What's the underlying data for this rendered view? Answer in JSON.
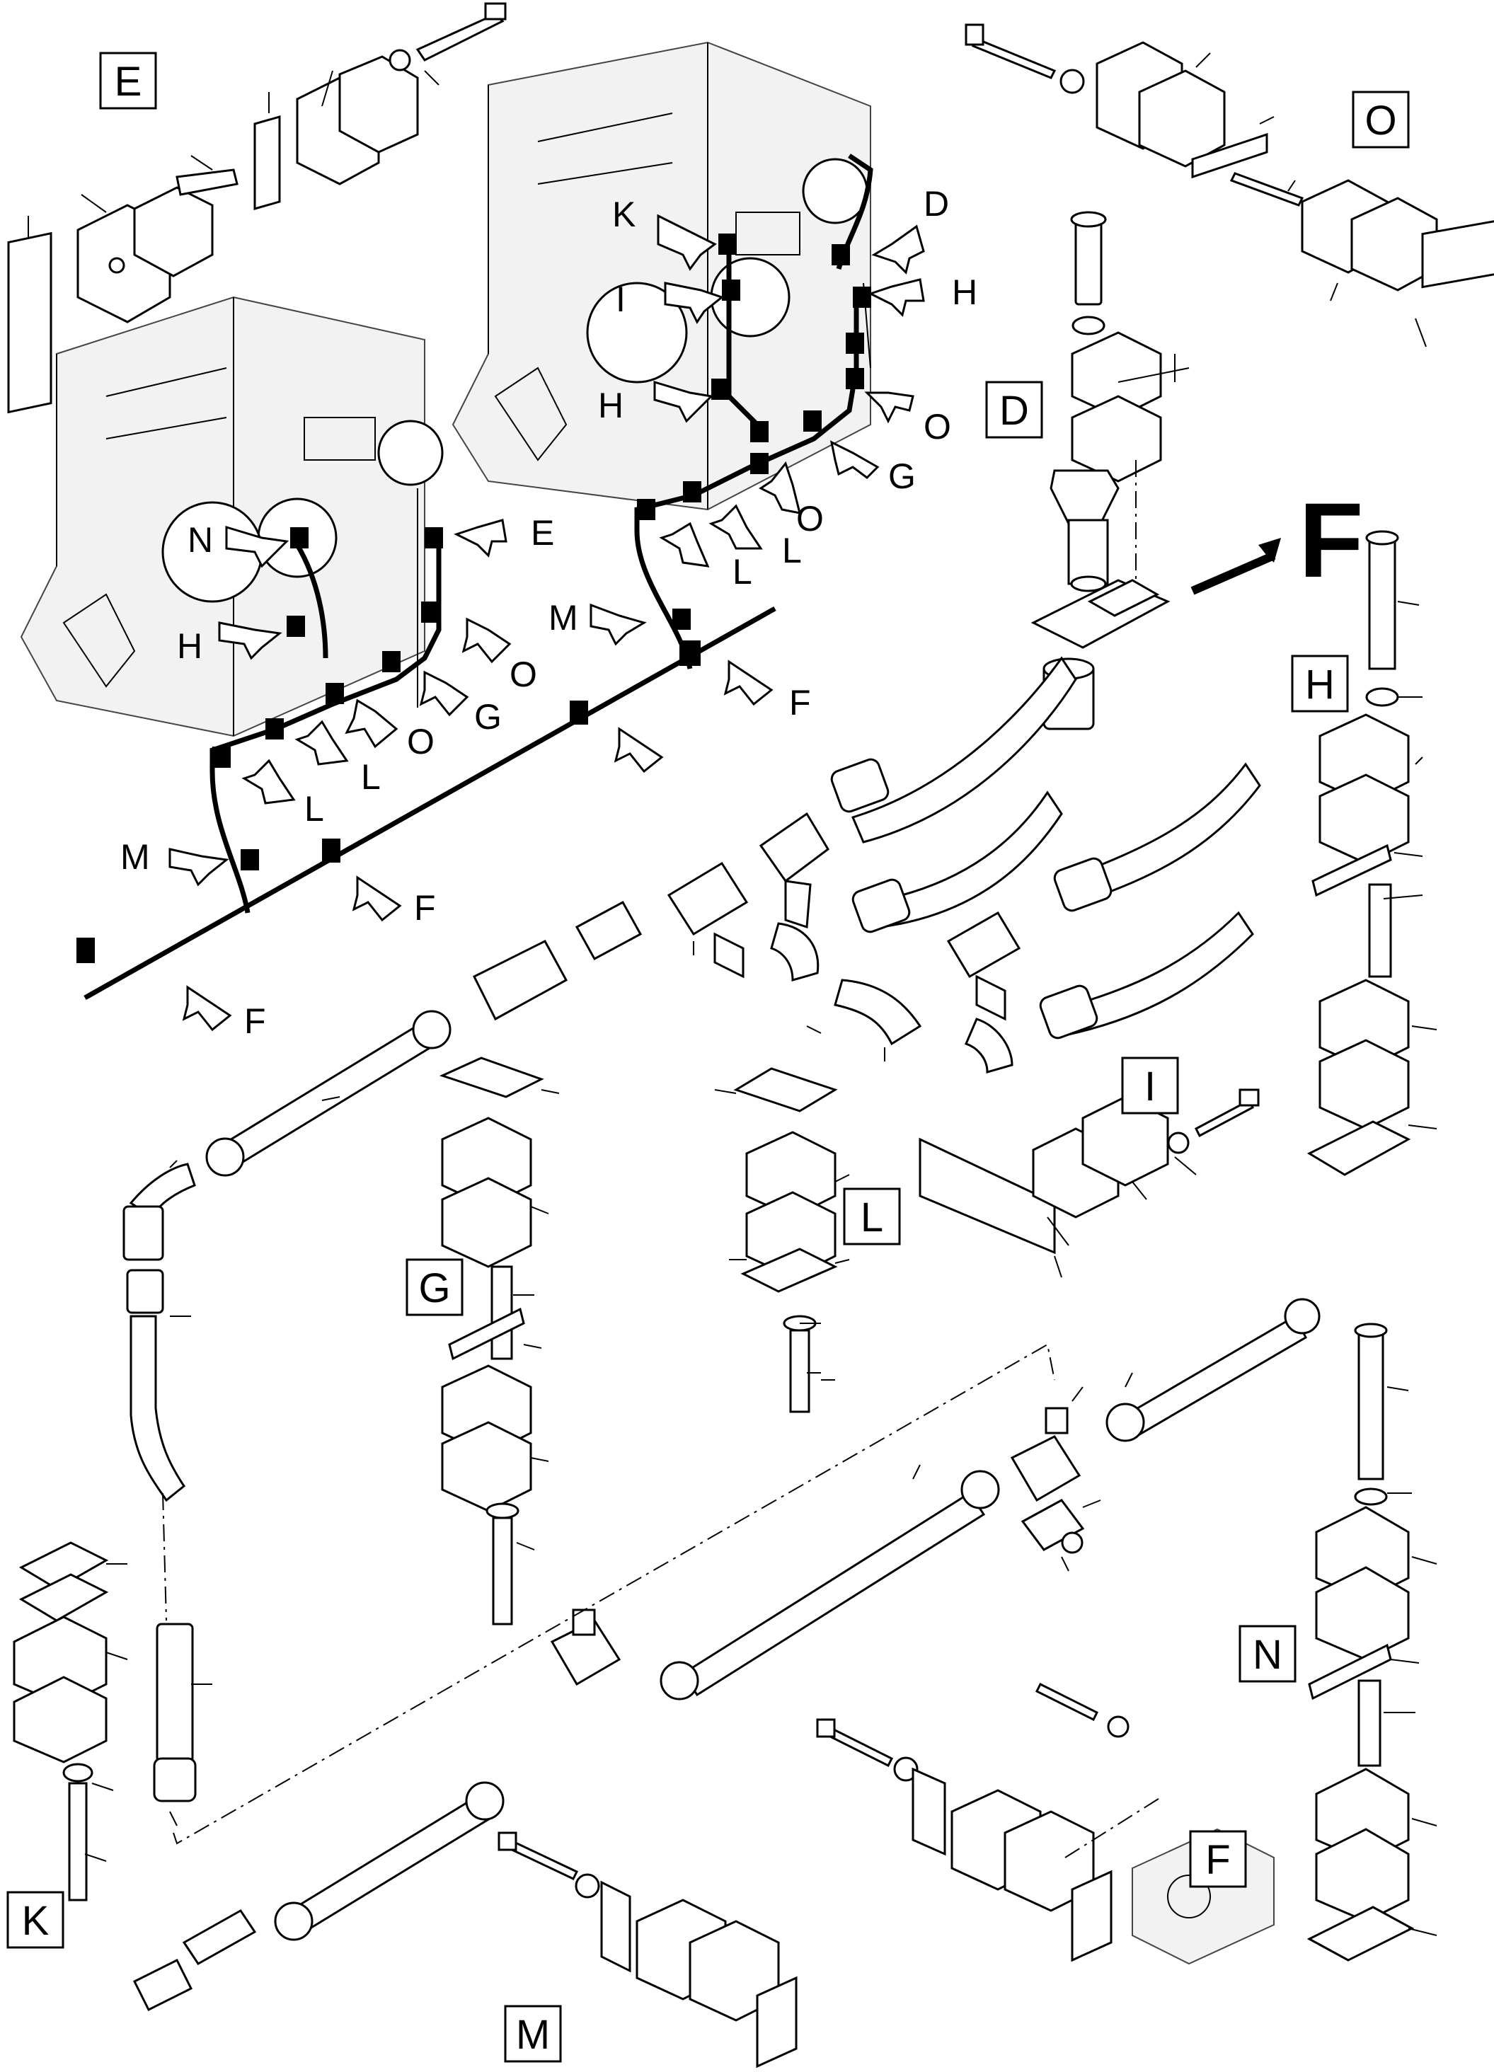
{
  "detail_boxes": [
    {
      "id": "E",
      "label": "E"
    },
    {
      "id": "O",
      "label": "O"
    },
    {
      "id": "D",
      "label": "D"
    },
    {
      "id": "H",
      "label": "H"
    },
    {
      "id": "I",
      "label": "I"
    },
    {
      "id": "L",
      "label": "L"
    },
    {
      "id": "G",
      "label": "G"
    },
    {
      "id": "K",
      "label": "K"
    },
    {
      "id": "N",
      "label": "N"
    },
    {
      "id": "F",
      "label": "F"
    },
    {
      "id": "M",
      "label": "M"
    }
  ],
  "view_label": "F",
  "callouts": {
    "right_gearbox": [
      "K",
      "D",
      "I",
      "H",
      "H",
      "O",
      "G",
      "O",
      "E",
      "L",
      "L",
      "M",
      "F"
    ],
    "left_gearbox": [
      "N",
      "H",
      "O",
      "G",
      "O",
      "L",
      "L",
      "M",
      "F",
      "F"
    ]
  }
}
